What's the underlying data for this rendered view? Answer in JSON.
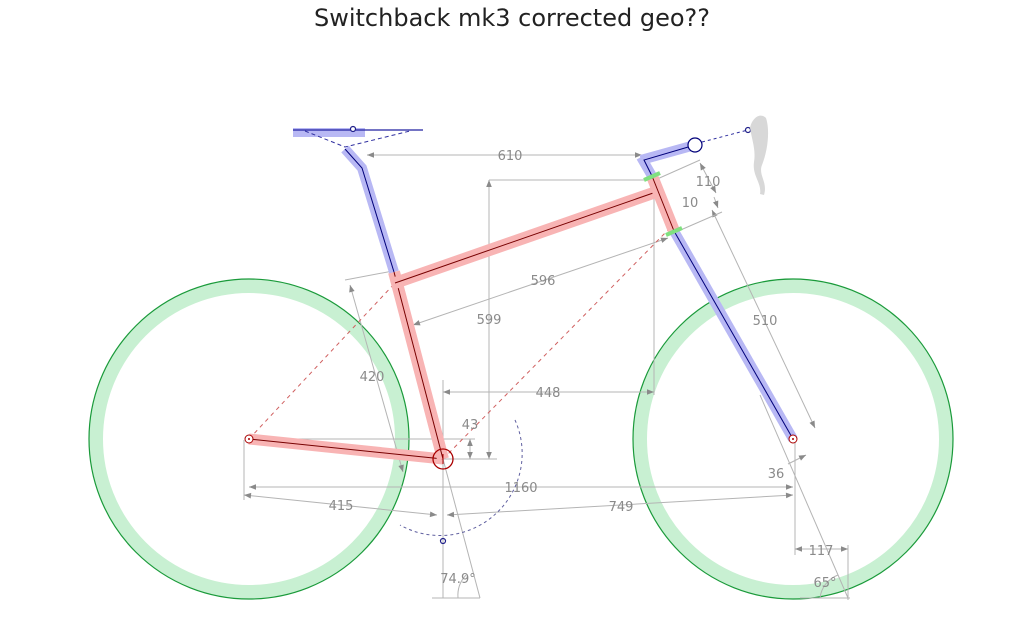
{
  "title": "Switchback mk3 corrected geo??",
  "colors": {
    "frame": "#f08080",
    "components": "#8080f0",
    "wheels": "#7ee0a0",
    "wheel_outline": "#1a9a3a",
    "dimensions": "#b4b4b4"
  },
  "dimensions": {
    "stem_reach": "610",
    "head_tube_top": "110",
    "head_tube_lower": "10",
    "top_tube": "596",
    "stack": "599",
    "fork_length": "510",
    "seat_tube": "420",
    "reach": "448",
    "bb_drop": "43",
    "wheelbase": "1160",
    "chainstay": "415",
    "front_center": "749",
    "fork_offset": "36",
    "trail": "117",
    "seat_angle": "74.9°",
    "head_angle": "65°"
  }
}
